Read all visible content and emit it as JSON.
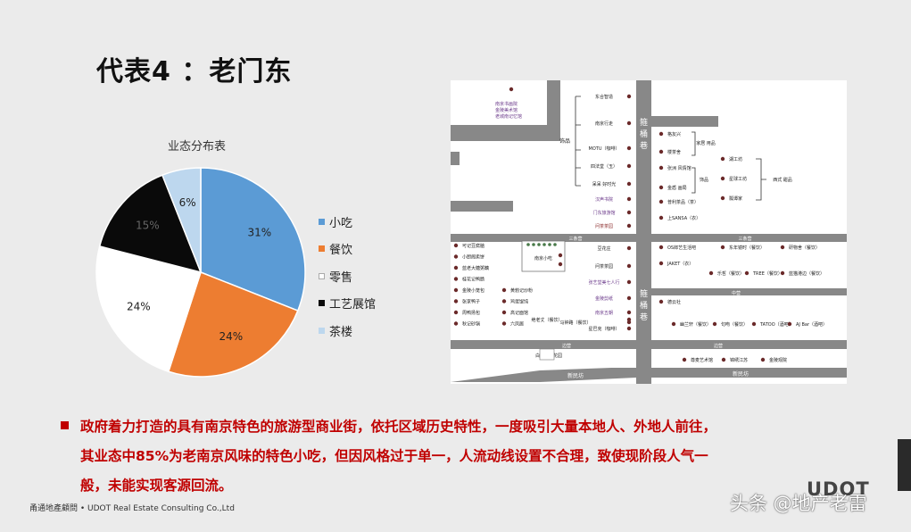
{
  "slide": {
    "title": "代表4 ：老门东",
    "description_lines": [
      "政府着力打造的具有南京特色的旅游型商业街，依托区域历史特性，一度吸引大量本地人、外地人前往，",
      "其业态中85%为老南京风味的特色小吃，但因风格过于单一，人流动线设置不合理，致使现阶段人气一",
      "般，未能实现客源回流。"
    ],
    "footer": "甬通地產顧問 • UDOT Real Estate Consulting Co.,Ltd",
    "logo": "UDOT",
    "watermark": "头条 @地产老雷"
  },
  "chart_data": {
    "type": "pie",
    "title": "业态分布表",
    "categories": [
      "小吃",
      "餐饮",
      "零售",
      "工艺展馆",
      "茶楼"
    ],
    "values": [
      31,
      24,
      24,
      15,
      6
    ],
    "labels": [
      "31%",
      "24%",
      "24%",
      "15%",
      "6%"
    ],
    "colors": [
      "#5b9bd5",
      "#ed7d31",
      "#ffffff",
      "#0a0a0a",
      "#bdd7ee"
    ],
    "label_colors": [
      "#222222",
      "#222222",
      "#222222",
      "#666666",
      "#222222"
    ],
    "legend_position": "right"
  },
  "map": {
    "streets": {
      "v1": "箍桶巷",
      "v2": "箍桶巷",
      "h1": "三条营",
      "h2": "中营",
      "h3": "边营",
      "h4": "新民坊",
      "h5": "新民坊",
      "h1b": "三条营",
      "h3b": "边营"
    },
    "shops_left": [
      "可记豆腐脑",
      "小厨阁卖饼",
      "蓝老大糖粥藕",
      "桂花记鸭肠",
      "金陵小笼包",
      "张家鸭子",
      "周鸭扬包",
      "秋记砂锅",
      "黄勃记炒粉",
      "鸡蛋馄饨",
      "高记面馆",
      "六凤居"
    ],
    "shops_left_cols": [
      0,
      0,
      0,
      0,
      0,
      0,
      0,
      0,
      1,
      1,
      1,
      1
    ],
    "shops_left_rows": [
      0,
      1,
      2,
      3,
      4,
      5,
      6,
      7,
      4,
      5,
      6,
      7
    ],
    "upper_left": [
      "南京书画院",
      "金陵美术馆",
      "老城南记忆馆"
    ],
    "upper_center": [
      "东合智造",
      "南京行走",
      "MOTU（咖啡）",
      "四法堂（玉）",
      "呆呆 好时光",
      "汉声书院",
      "门东旅游馆",
      "问茶茶园"
    ],
    "center_label": "饰品",
    "upper_right": [
      "格友兴",
      "楼茶舍",
      "张洲 风情馆",
      "金盾 画局",
      "普利茶品（茶）",
      "上SANSA（衣）"
    ],
    "upper_right_group": [
      "家居 用品",
      "饰品"
    ],
    "far_right": [
      "湖工坊",
      "星球工坊",
      "瓢谭家"
    ],
    "far_right_label": "西式 甜品",
    "center_lower": [
      "豆花庄",
      "问茶茶园",
      "张艺堂美七人行",
      "金陵剪纸",
      "马钟路（餐饮）",
      "南京五朝",
      "星巴克（咖啡）",
      "绝老丈（餐饮）",
      "白鹭啤酒花园"
    ],
    "right_lower": [
      "OS郎艺生活吧",
      "东年镜时（餐饮）",
      "研物舍（餐饮）",
      "JAKET（衣）",
      "乐哲（餐饮）",
      "TREE（餐饮）",
      "蓝猫港边（餐饮）",
      "德云社",
      "幽兰轩（餐饮）",
      "句吻（餐饮）",
      "TATOO（酒吧）",
      "AJ Bar（酒吧）",
      "尊麦艺术馆",
      "锦绣江苏",
      "金陵观院"
    ],
    "legend_box": "南京小吃"
  }
}
